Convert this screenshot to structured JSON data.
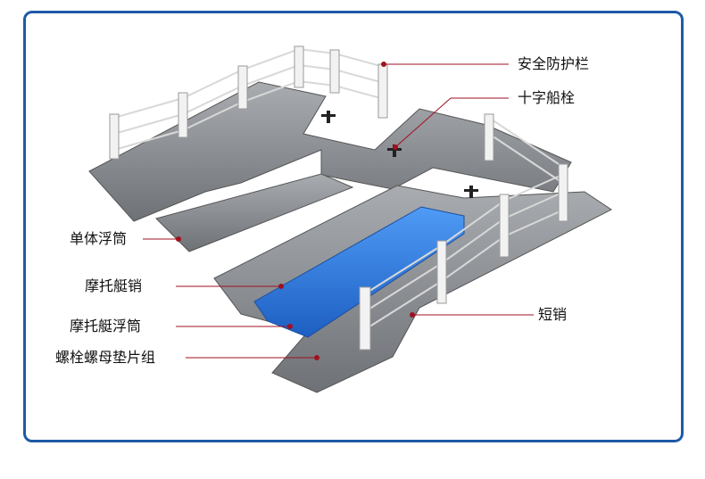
{
  "labels": {
    "guardrail": "安全防护栏",
    "cleat": "十字船栓",
    "single_float": "单体浮筒",
    "jetski_pin": "摩托艇销",
    "jetski_float": "摩托艇浮筒",
    "bolt_set": "螺栓螺母垫片组",
    "short_pin": "短销"
  },
  "colors": {
    "frame": "#1f5aa6",
    "float_gray": "#8a8d91",
    "float_blue": "#2f7fe0",
    "leader": "#a01020"
  }
}
